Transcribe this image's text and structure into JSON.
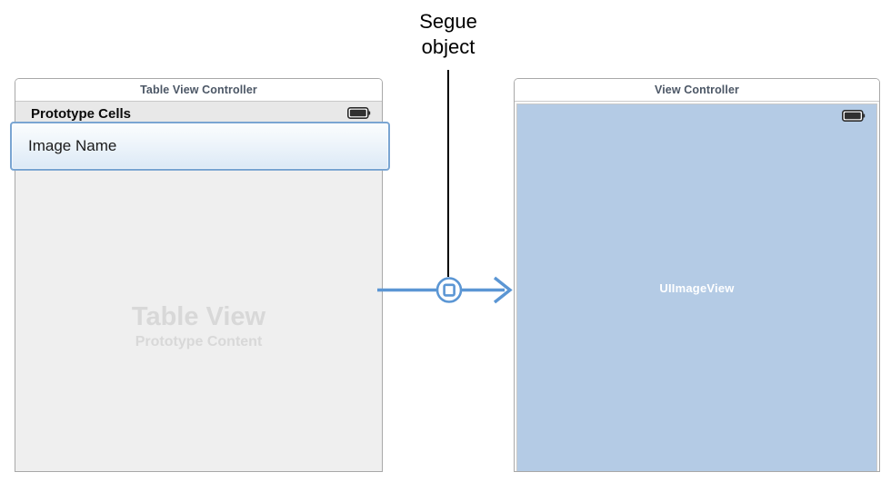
{
  "annotation": {
    "label": "Segue\nobject",
    "leader_line_color": "#000000"
  },
  "scenes": [
    {
      "id": "table-view-controller",
      "title": "Table View Controller",
      "section_header": "Prototype Cells",
      "prototype_cell": {
        "label": "Image Name",
        "selected": true,
        "selection_color": "#7aa5d2"
      },
      "watermark": {
        "main": "Table View",
        "sub": "Prototype Content",
        "color": "#d8d8d8"
      },
      "body_color": "#efefef",
      "status_icon": "battery-icon"
    },
    {
      "id": "view-controller",
      "title": "View Controller",
      "content_label": "UIImageView",
      "content_color": "#b4cbe5",
      "status_icon": "battery-icon"
    }
  ],
  "segue": {
    "name": "segue-connector",
    "icon": "segue-square-icon",
    "color": "#5b96d4",
    "arrow_direction": "right"
  },
  "colors": {
    "scene_border": "#a8a8a8",
    "title_text": "#4c5766",
    "segue_blue": "#5b96d4",
    "image_view_blue": "#b4cbe5",
    "table_body_gray": "#efefef"
  }
}
